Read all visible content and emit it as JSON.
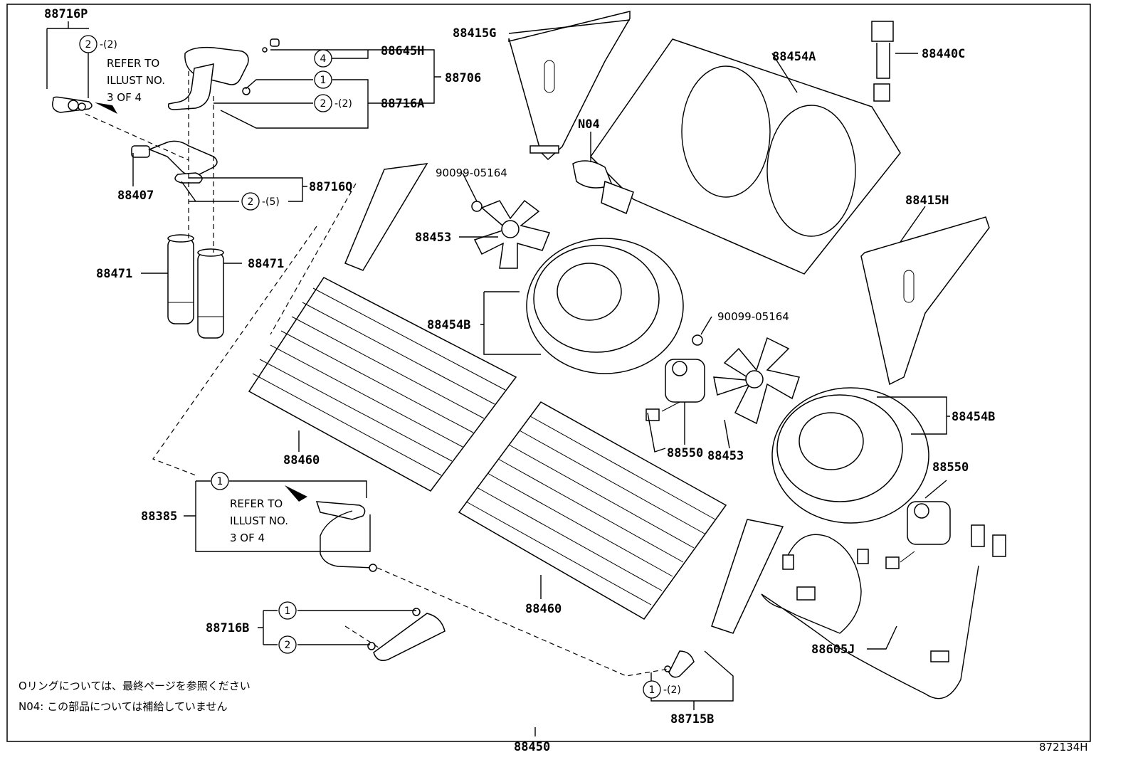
{
  "labels": {
    "p88716P": "88716P",
    "p88645H": "88645H",
    "p88706": "88706",
    "p88716A": "88716A",
    "p88407": "88407",
    "p88716Q": "88716Q",
    "p88471_left": "88471",
    "p88471_right": "88471",
    "p88415G": "88415G",
    "p88454A": "88454A",
    "p88440C": "88440C",
    "pN04": "N04",
    "p90099_top": "90099-05164",
    "p88453_top": "88453",
    "p88454B_left": "88454B",
    "p90099_mid": "90099-05164",
    "p88415H": "88415H",
    "p88454B_right": "88454B",
    "p88550_left": "88550",
    "p88453_mid": "88453",
    "p88550_right": "88550",
    "p88460_upper": "88460",
    "p88385": "88385",
    "p88460_lower": "88460",
    "p88716B": "88716B",
    "p88605J": "88605J",
    "p88715B": "88715B",
    "p88450": "88450",
    "illust_no": "872134H"
  },
  "callouts": {
    "c1": "1",
    "c2": "2",
    "c4": "4",
    "qty2": "-(2)",
    "qty5": "-(5)"
  },
  "refer_notes": {
    "top_line1": "REFER TO",
    "top_line2": "ILLUST NO.",
    "top_line3": "3 OF 4",
    "mid_line1": "REFER TO",
    "mid_line2": "ILLUST NO.",
    "mid_line3": "3 OF 4"
  },
  "footnotes": {
    "oring": "Oリングについては、最終ページを参照ください",
    "n04": "N04: この部品については補給していません"
  }
}
